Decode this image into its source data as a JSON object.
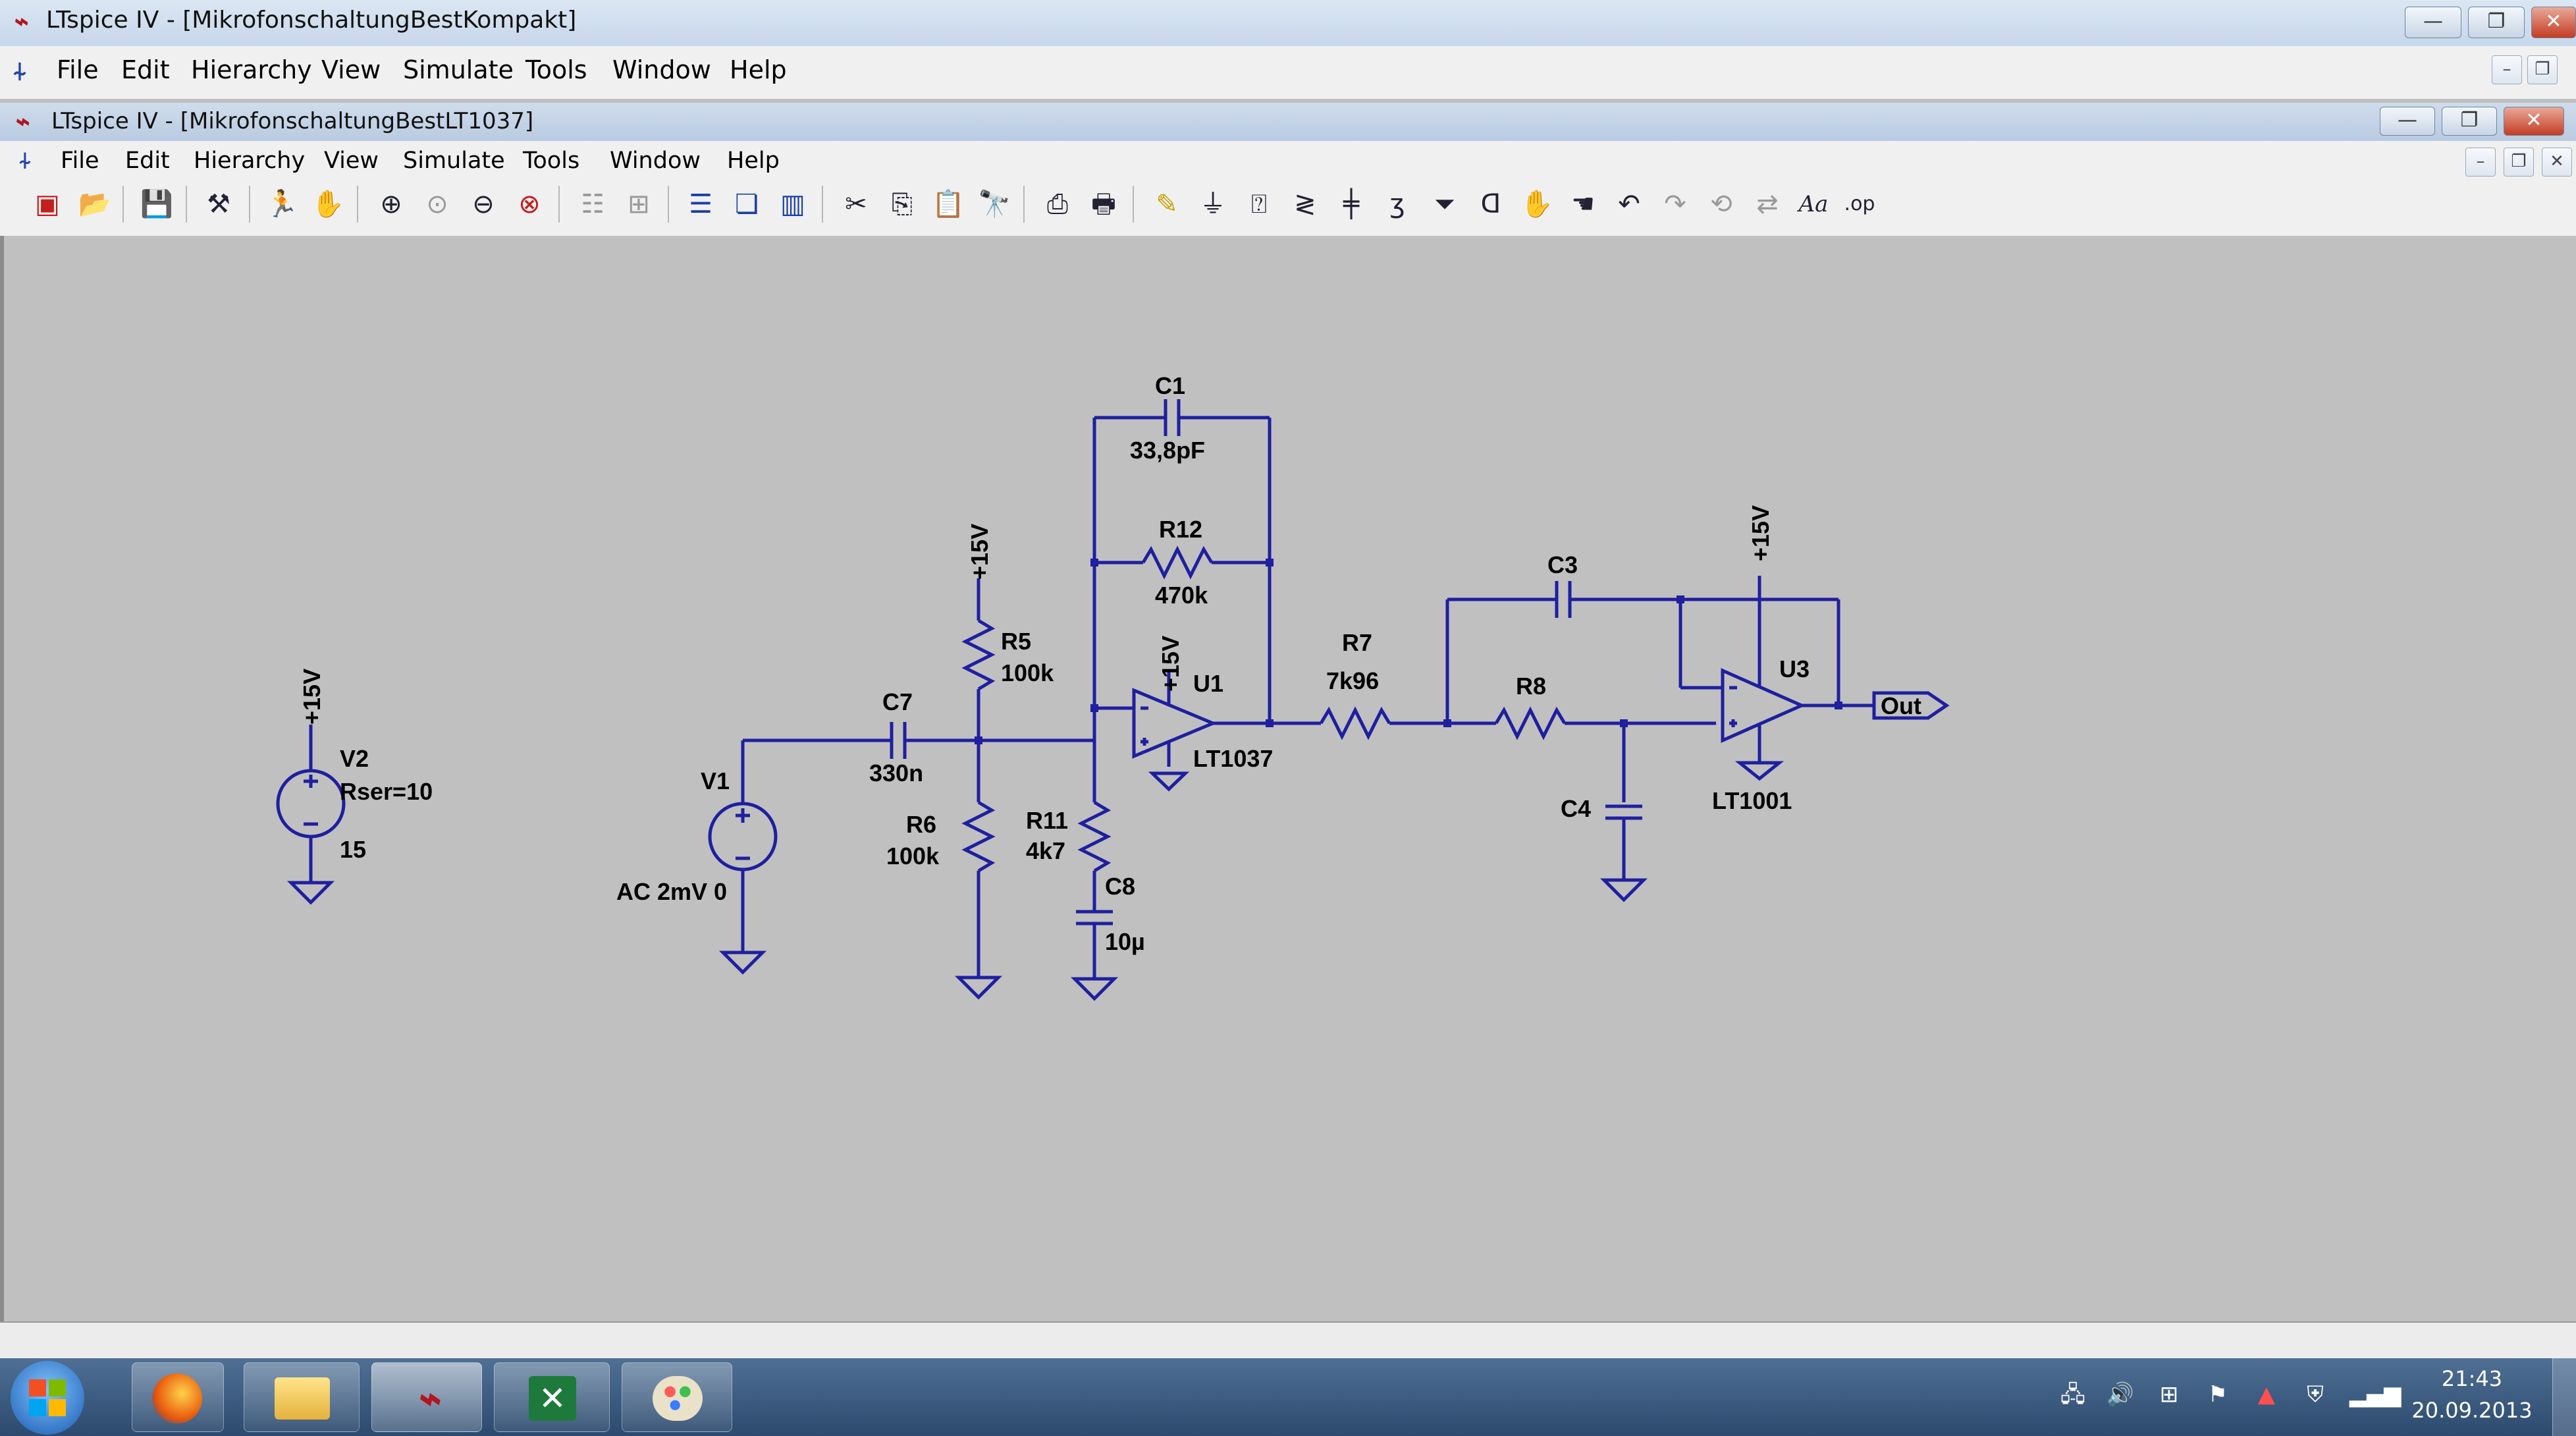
{
  "outer_window": {
    "title": "LTspice IV - [MikrofonschaltungBestKompakt]",
    "menu": [
      "File",
      "Edit",
      "Hierarchy",
      "View",
      "Simulate",
      "Tools",
      "Window",
      "Help"
    ]
  },
  "inner_window": {
    "title": "LTspice IV - [MikrofonschaltungBestLT1037]",
    "menu": [
      "File",
      "Edit",
      "Hierarchy",
      "View",
      "Simulate",
      "Tools",
      "Window",
      "Help"
    ]
  },
  "toolbar": {
    "icons": [
      "new-schematic-icon",
      "open-icon",
      "save-icon",
      "control-panel-icon",
      "run-icon",
      "halt-icon",
      "zoom-in-icon",
      "zoom-fit-icon",
      "zoom-out-icon",
      "zoom-cancel-icon",
      "autoscale-icon",
      "grid-icon",
      "tile-horizontal-icon",
      "cascade-icon",
      "tile-vertical-icon",
      "cut-icon",
      "copy-icon",
      "paste-icon",
      "find-icon",
      "print-preview-icon",
      "print-icon",
      "draw-wire-icon",
      "ground-icon",
      "label-net-icon",
      "resistor-icon",
      "capacitor-icon",
      "inductor-icon",
      "diode-icon",
      "component-icon",
      "move-icon",
      "drag-icon",
      "undo-icon",
      "redo-icon",
      "rotate-icon",
      "mirror-icon",
      "text-icon",
      "spice-directive-icon"
    ],
    "text_label": "Aa",
    "op_label": ".op"
  },
  "schematic": {
    "wire_color": "#1f1fa0",
    "labels": {
      "v2_supply": "+15V",
      "v2_name": "V2",
      "v2_rser": "Rser=10",
      "v2_value": "15",
      "v1_name": "V1",
      "v1_value": "AC 2mV 0",
      "c7_name": "C7",
      "c7_value": "330n",
      "r5_supply": "+15V",
      "r5_name": "R5",
      "r5_value": "100k",
      "r6_name": "R6",
      "r6_value": "100k",
      "r11_name": "R11",
      "r11_value": "4k7",
      "c8_name": "C8",
      "c8_value": "10µ",
      "c1_name": "C1",
      "c1_value": "33,8pF",
      "r12_name": "R12",
      "r12_value": "470k",
      "u1_supply": "+15V",
      "u1_name": "U1",
      "u1_model": "LT1037",
      "r7_name": "R7",
      "r7_value": "7k96",
      "r8_name": "R8",
      "c3_name": "C3",
      "c4_name": "C4",
      "u3_supply": "+15V",
      "u3_name": "U3",
      "u3_model": "LT1001",
      "out_label": "Out"
    }
  },
  "taskbar": {
    "apps": [
      "start-button",
      "firefox",
      "explorer",
      "ltspice",
      "excel",
      "paint"
    ],
    "clock_time": "21:43",
    "clock_date": "20.09.2013"
  }
}
